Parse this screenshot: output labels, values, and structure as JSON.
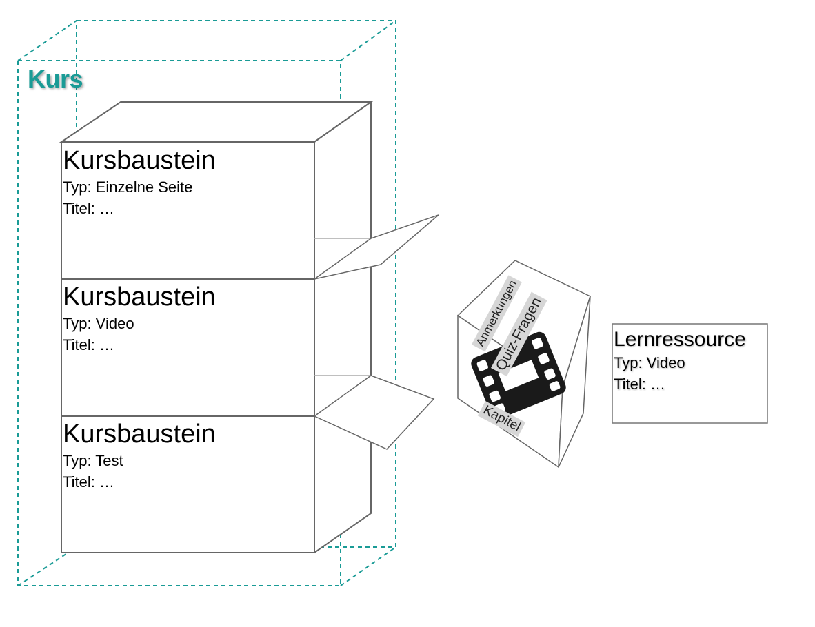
{
  "course": {
    "title": "Kurs"
  },
  "blocks": [
    {
      "title": "Kursbaustein",
      "type_line": "Typ: Einzelne Seite",
      "title_line": "Titel: …"
    },
    {
      "title": "Kursbaustein",
      "type_line": "Typ: Video",
      "title_line": "Titel: …"
    },
    {
      "title": "Kursbaustein",
      "type_line": "Typ: Test",
      "title_line": "Titel: …"
    }
  ],
  "resource": {
    "title": "Lernressource",
    "type_line": "Typ: Video",
    "title_line": "Titel: …"
  },
  "video_tags": {
    "notes": "Anmerkungen",
    "quiz": "Quiz-Fragen",
    "chapters": "Kapitel"
  },
  "colors": {
    "course_accent": "#1a9b96",
    "line": "#555555",
    "tag_bg": "#d6d6d6"
  },
  "icons": {
    "video": "film-strip-icon"
  }
}
